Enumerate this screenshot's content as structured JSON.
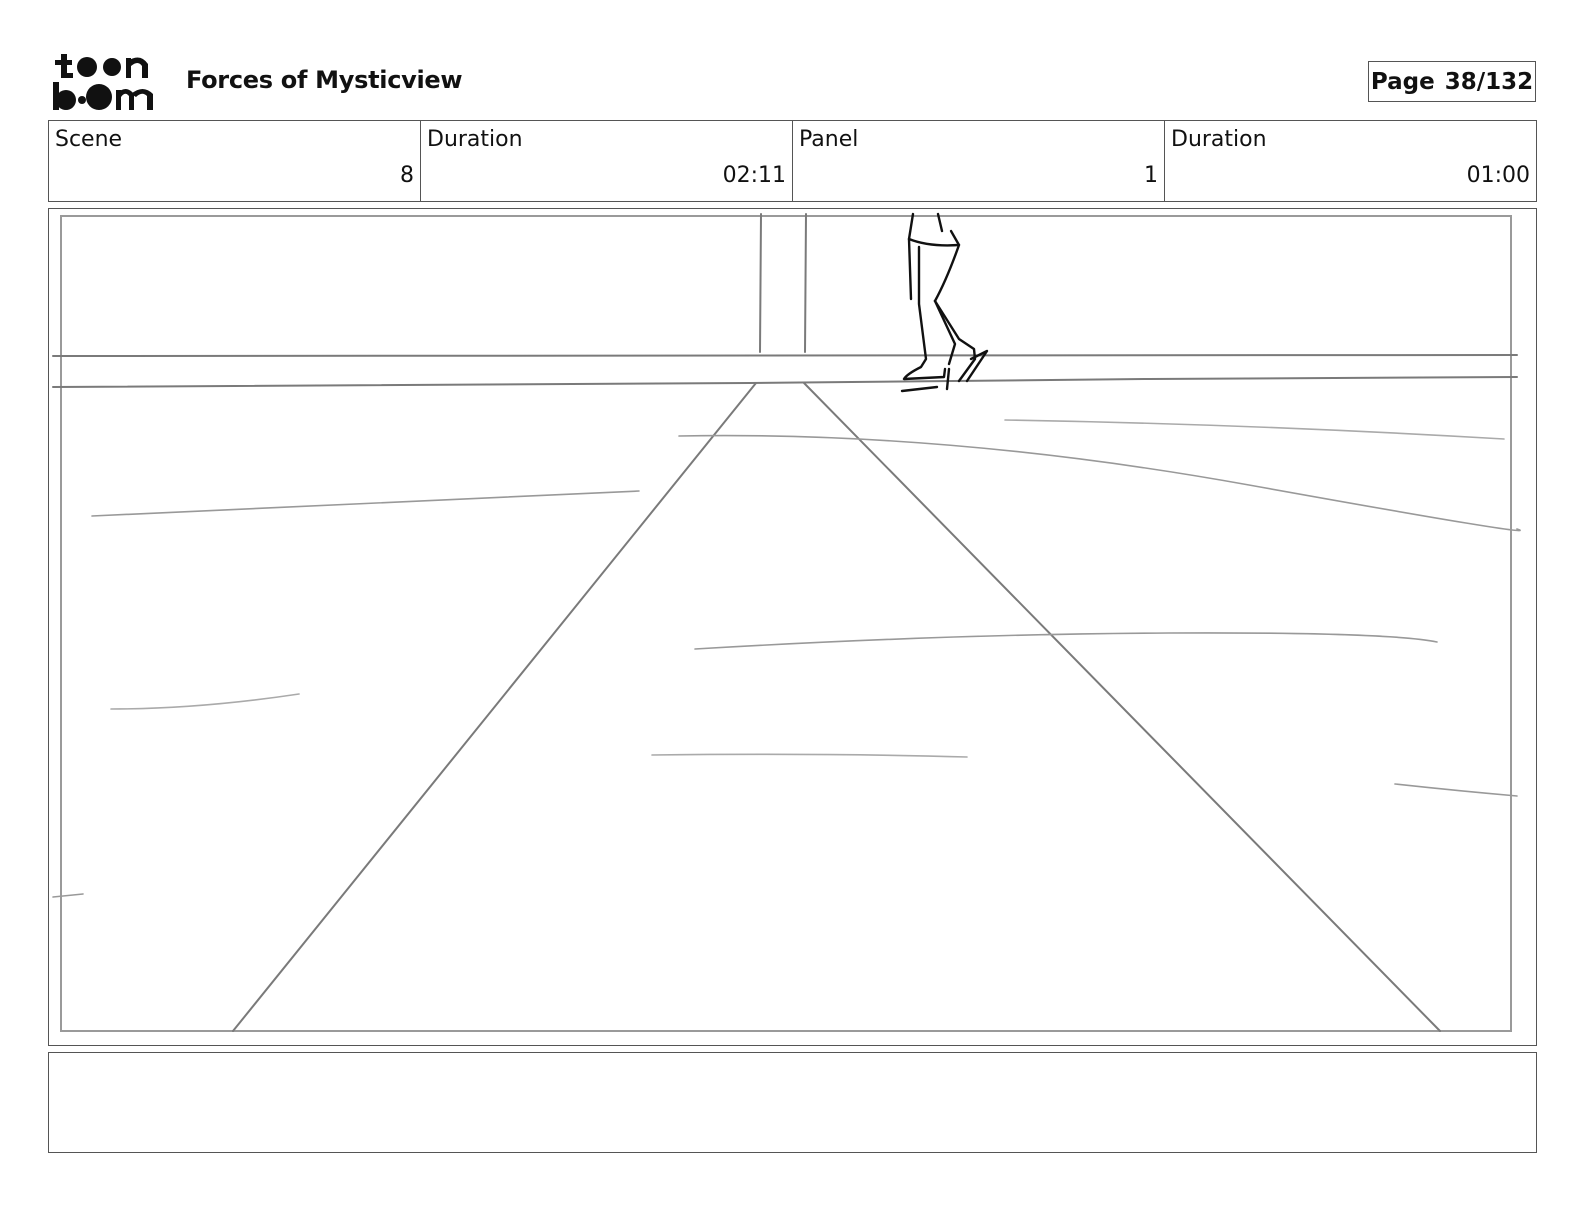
{
  "header": {
    "logo": {
      "top": "toon",
      "bottom": "boom"
    },
    "project_title": "Forces of Mysticview",
    "page_label": "Page",
    "page_value": "38/132"
  },
  "info": {
    "scene_label": "Scene",
    "scene_value": "8",
    "scene_duration_label": "Duration",
    "scene_duration_value": "02:11",
    "panel_label": "Panel",
    "panel_value": "1",
    "panel_duration_label": "Duration",
    "panel_duration_value": "01:00"
  },
  "notes": {
    "text": ""
  },
  "colors": {
    "border": "#555555",
    "sketch": "#7a7a7a",
    "ink": "#111111"
  }
}
